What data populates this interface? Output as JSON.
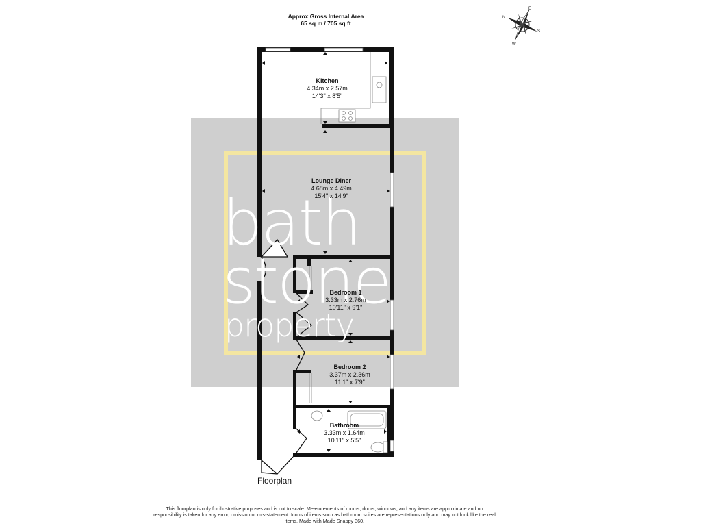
{
  "header": {
    "title": "Approx Gross Internal Area",
    "area": "65 sq m / 705 sq ft"
  },
  "compass": {
    "icon": "compass-rose-icon",
    "labels": {
      "n": "N",
      "e": "E",
      "s": "S",
      "w": "W"
    }
  },
  "watermark": {
    "line1": "bath",
    "line2": "stone",
    "line3": "property",
    "colors": {
      "panel": "#cfcfcf",
      "frame": "#f4e6a1",
      "text": "#ffffff"
    }
  },
  "rooms": {
    "kitchen": {
      "name": "Kitchen",
      "metric": "4.34m x 2.57m",
      "imperial": "14'3\" x 8'5\""
    },
    "lounge": {
      "name": "Lounge Diner",
      "metric": "4.68m x 4.49m",
      "imperial": "15'4\" x 14'9\""
    },
    "bedroom1": {
      "name": "Bedroom 1",
      "metric": "3.33m x 2.76m",
      "imperial": "10'11\" x 9'1\""
    },
    "bedroom2": {
      "name": "Bedroom 2",
      "metric": "3.37m x 2.36m",
      "imperial": "11'1\" x 7'9\""
    },
    "bathroom": {
      "name": "Bathroom",
      "metric": "3.33m x 1.64m",
      "imperial": "10'11\" x 5'5\""
    }
  },
  "footer": {
    "floor_label": "Floorplan",
    "disclaimer": "This floorplan is only for illustrative purposes and is not to scale. Measurements of rooms, doors, windows, and any items are approximate and no responsibility is taken for any error, omission or mis-statement. Icons of items such as bathroom suites are representations only and may not look like the real items. Made with Made Snappy 360."
  }
}
